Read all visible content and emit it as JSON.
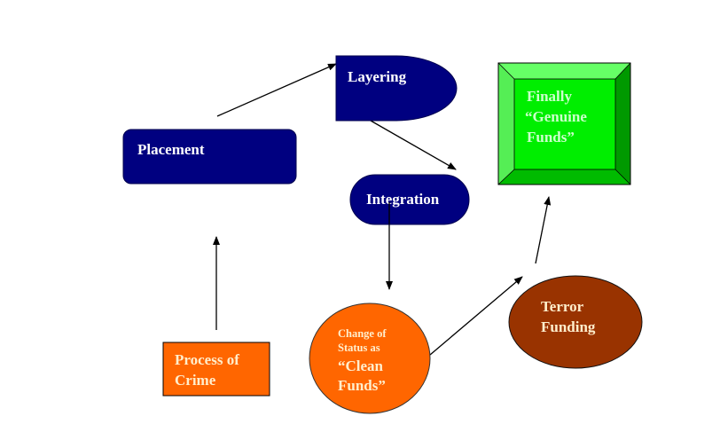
{
  "diagram": {
    "nodes": {
      "placement": {
        "label_lines": [
          "Placement"
        ],
        "fill": "#000080",
        "text_color": "#ffffff"
      },
      "layering": {
        "label_lines": [
          "Layering"
        ],
        "fill": "#000080",
        "text_color": "#ffffff"
      },
      "integration": {
        "label_lines": [
          "Integration"
        ],
        "fill": "#000080",
        "text_color": "#ffffff"
      },
      "genuine_funds": {
        "label_lines": [
          "Finally",
          "“Genuine",
          "Funds”"
        ],
        "fill": "#00ee00",
        "text_color": "#ccffcc"
      },
      "process_of_crime": {
        "label_lines": [
          "Process of",
          "Crime"
        ],
        "fill": "#ff6600",
        "text_color": "#ffeecc"
      },
      "change_of_status": {
        "label_lines": [
          "Change of",
          "Status as",
          "“Clean",
          "Funds”"
        ],
        "fill": "#ff6600",
        "text_color": "#ffeecc"
      },
      "terror_funding": {
        "label_lines": [
          "Terror",
          "Funding"
        ],
        "fill": "#993300",
        "text_color": "#ffeecc"
      }
    },
    "edges": [
      {
        "from": "process_of_crime",
        "to": "placement"
      },
      {
        "from": "placement",
        "to": "layering"
      },
      {
        "from": "layering",
        "to": "integration"
      },
      {
        "from": "integration",
        "to": "change_of_status"
      },
      {
        "from": "change_of_status",
        "to": "terror_funding"
      },
      {
        "from": "terror_funding",
        "to": "genuine_funds"
      }
    ]
  }
}
